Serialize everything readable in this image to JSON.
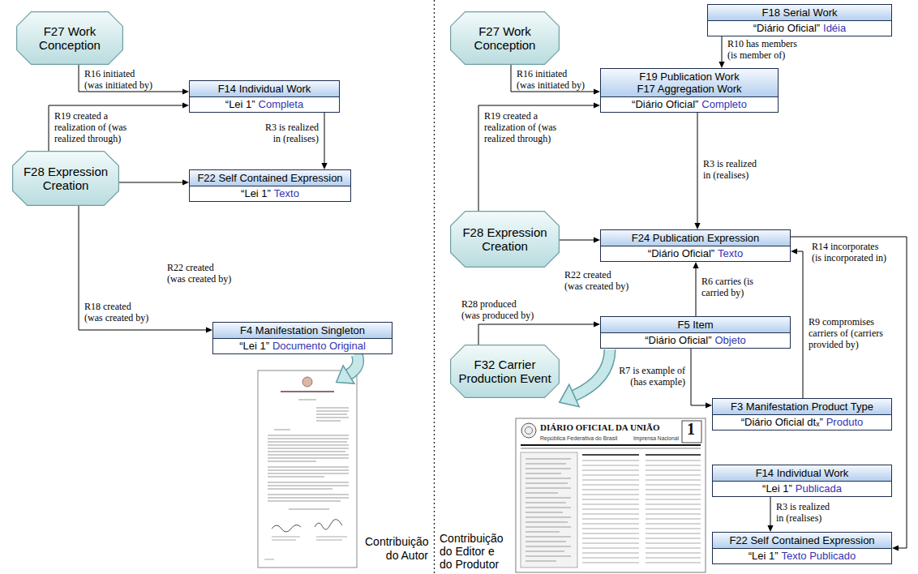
{
  "diagram": {
    "nodes": [
      {
        "text": [
          "F27 Work Conception"
        ]
      },
      {
        "text": [
          "F14 Individual Work",
          "“Lei 1”",
          "Completa"
        ]
      },
      {
        "text": [
          "F28 Expression Creation"
        ]
      },
      {
        "text": [
          "F22 Self Contained Expression",
          "“Lei 1”",
          "Texto"
        ]
      },
      {
        "text": [
          "F4 Manifestation Singleton",
          "“Lei 1”",
          "Documento Original"
        ]
      },
      {
        "text": [
          "F18 Serial Work",
          "“Diário Oficial”",
          "Idéia"
        ]
      },
      {
        "text": [
          "F27 Work Conception"
        ]
      },
      {
        "text": [
          "F19 Publication Work",
          "F17 Aggregation Work",
          "“Diário Oficial”",
          "Completo"
        ]
      },
      {
        "text": [
          "F28 Expression Creation"
        ]
      },
      {
        "text": [
          "F24 Publication Expression",
          "“Diário Oficial”",
          "Texto"
        ]
      },
      {
        "text": [
          "F5 Item",
          "“Diário Oficial”",
          "Objeto"
        ]
      },
      {
        "text": [
          "F32 Carrier Production Event"
        ]
      },
      {
        "text": [
          "F3 Manifestation Product Type",
          "“Diário Oficial dtₓ”",
          "Produto"
        ]
      },
      {
        "text": [
          "F14 Individual Work",
          "“Lei 1”",
          "Publicada"
        ]
      },
      {
        "text": [
          "F22 Self Contained Expression",
          "“Lei 1”",
          "Texto Publicado"
        ]
      }
    ],
    "edges": [
      {
        "from": 0,
        "to": 1,
        "arrow": "to",
        "label": "R16 initiated (was initiated by)"
      },
      {
        "from": 2,
        "to": 1,
        "arrow": "to",
        "label": "R19 created a realization of (was realized through)"
      },
      {
        "from": 1,
        "to": 3,
        "arrow": "to",
        "label": "R3 is realized in (realises)"
      },
      {
        "from": 2,
        "to": 3,
        "arrow": "to",
        "label": "R22 created (was created by)"
      },
      {
        "from": 2,
        "to": 4,
        "arrow": "to",
        "label": "R18 created (was created by)"
      },
      {
        "from": 5,
        "to": 7,
        "arrow": "to",
        "label": "R10 has members (is member of)"
      },
      {
        "from": 6,
        "to": 7,
        "arrow": "to",
        "label": "R16 initiated (was initiated by)"
      },
      {
        "from": 8,
        "to": 7,
        "arrow": "to",
        "label": "R19 created a realization of (was realized through)"
      },
      {
        "from": 7,
        "to": 9,
        "arrow": "to",
        "label": "R3 is realized in (realises)"
      },
      {
        "from": 8,
        "to": 9,
        "arrow": "to",
        "label": "R22 created (was created by)"
      },
      {
        "from": 9,
        "to": 14,
        "arrow": "to",
        "label": "R14 incorporates (is incorporated in)"
      },
      {
        "from": 11,
        "to": 10,
        "arrow": "to",
        "label": "R28 produced (was produced by)"
      },
      {
        "from": 10,
        "to": 9,
        "arrow": "to",
        "label": "R6 carries (is carried by)"
      },
      {
        "from": 10,
        "to": 12,
        "arrow": "to",
        "label": "R7 is example of (has example)"
      },
      {
        "from": 12,
        "to": 9,
        "arrow": "to",
        "label": "R9 compromises carriers of (carriers provided by)"
      },
      {
        "from": 13,
        "to": 14,
        "arrow": "to",
        "label": "R3 is realized in (realises)"
      }
    ],
    "labels": [
      "Contribuição do Autor",
      "Contribuição do Editor e do Produtor",
      "DIÁRIO OFICIAL DA UNIÃO",
      "República Federativa do Brasil",
      "Imprensa Nacional",
      "1"
    ]
  }
}
